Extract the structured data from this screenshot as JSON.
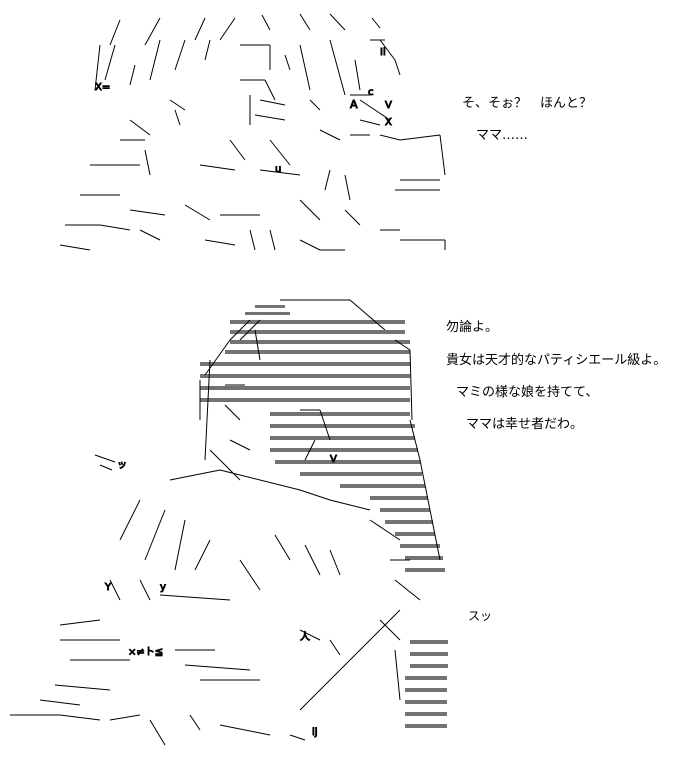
{
  "panel_top": {
    "dialogue": [
      "そ、そぉ？　ほんと？",
      "ママ……"
    ]
  },
  "panel_bottom": {
    "dialogue": [
      "勿論よ。",
      "貴女は天才的なパティシエール級よ。",
      "マミの様な娘を持てて、",
      "ママは幸せ者だわ。"
    ],
    "sfx_left": "ズッ",
    "sfx_right": "スッ"
  }
}
